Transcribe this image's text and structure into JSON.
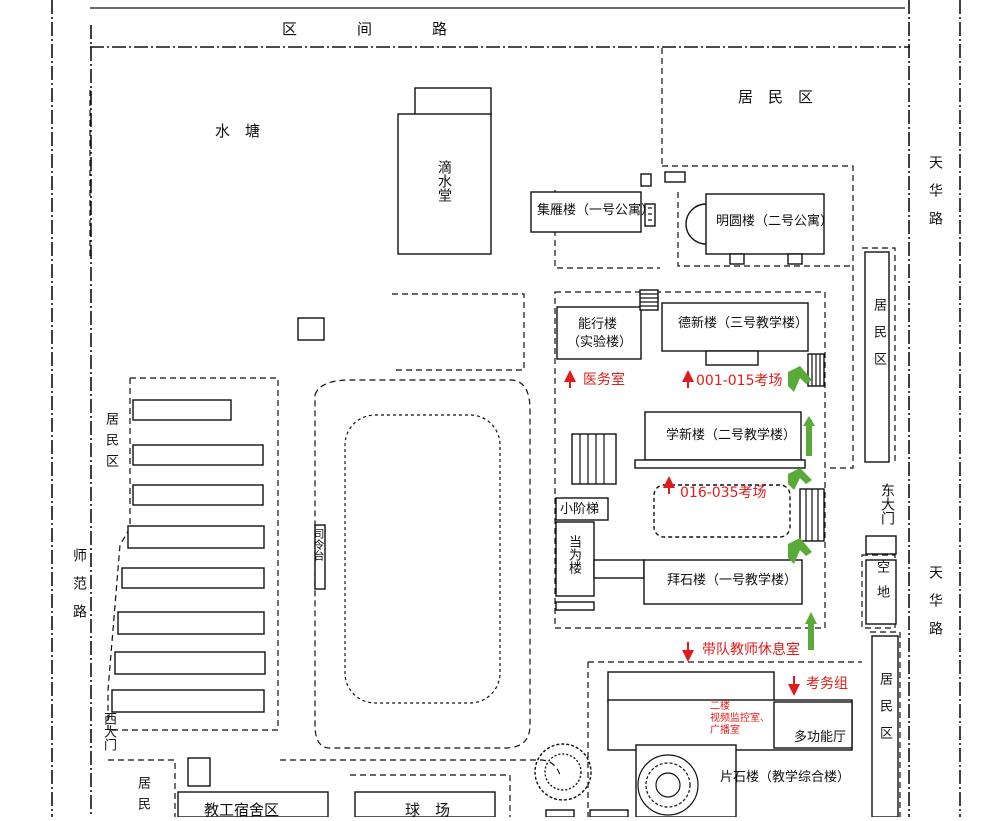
{
  "roads": {
    "top": "区　　间　　路",
    "east": "天华路",
    "east_lower": "天华路",
    "west": "师范路"
  },
  "areas": {
    "pond": "水　塘",
    "residential_top": "居　民　区",
    "residential_west": "居民区",
    "residential_east": "居民区",
    "residential_se": "居民区",
    "residential_sw": "居民",
    "empty_lot": "空地",
    "ballfield": "球　场",
    "staff_dorm": "教工宿舍区"
  },
  "gates": {
    "east": "东大门",
    "west": "西大门"
  },
  "buildings": {
    "dishui": "滴水堂",
    "jiyan": "集雁楼（一号公寓）",
    "mingyuan": "明圆楼（二号公寓）",
    "nengxing_1": "能行楼",
    "nengxing_2": "（实验楼）",
    "dexin": "德新楼（三号教学楼）",
    "xuexin": "学新楼（二号教学楼）",
    "baishi": "拜石楼（一号教学楼）",
    "dangwei": "当为楼",
    "small_stairs": "小阶梯",
    "silingtai": "司令台",
    "multifunction": "多功能厅",
    "pianshi": "片石楼（教学综合楼）"
  },
  "markers": {
    "clinic": "医务室",
    "exam_001_015": "001-015考场",
    "exam_016_035": "016-035考场",
    "teacher_lounge": "带队教师休息室",
    "exam_office": "考务组",
    "monitor_1": "二楼",
    "monitor_2": "视频监控室、",
    "monitor_3": "广播室"
  },
  "colors": {
    "annotation": "#e11b1b",
    "route": "#5aaa3a",
    "lines": "#111111"
  }
}
